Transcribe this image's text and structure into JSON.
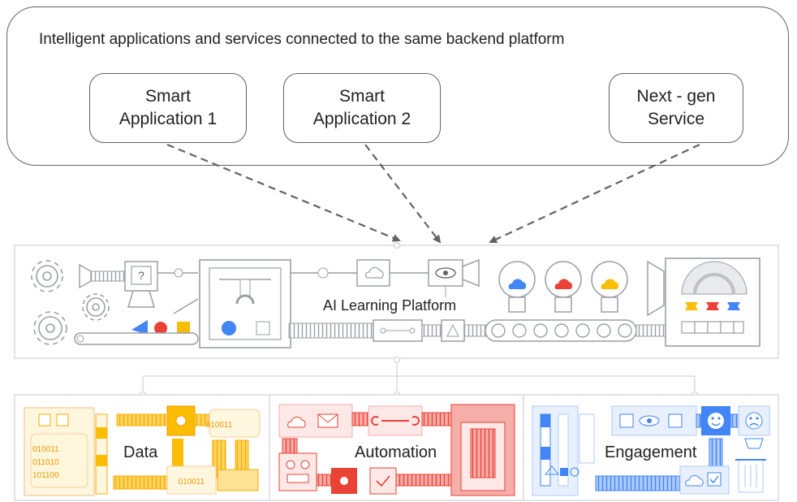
{
  "header": {
    "title": "Intelligent applications and services connected to the same backend platform"
  },
  "apps": [
    {
      "line1": "Smart",
      "line2": "Application 1"
    },
    {
      "line1": "Smart",
      "line2": "Application 2"
    },
    {
      "line1": "Next - gen",
      "line2": "Service"
    }
  ],
  "platform": {
    "label": "AI Learning Platform",
    "sign_text": "?",
    "binary_top": "010011",
    "binary_block": [
      "010011",
      "011010",
      "101100"
    ],
    "binary_bottom": "010011"
  },
  "panels": [
    {
      "label": "Data"
    },
    {
      "label": "Automation"
    },
    {
      "label": "Engagement"
    }
  ],
  "colors": {
    "outline": "#5f6368",
    "light_outline": "#dadce0",
    "blue": "#4285f4",
    "red": "#ea4335",
    "yellow": "#fbbc04",
    "data_bg": "#fef7e0",
    "automation_bg": "#fce8e6",
    "engagement_bg": "#e8f0fe"
  },
  "icons": [
    "gear-icon",
    "cloud-icon",
    "eye-icon",
    "lightbulb-icon",
    "robot-icon",
    "envelope-icon",
    "wrench-icon",
    "smiley-icon",
    "sad-face-icon",
    "trash-icon",
    "checkbox-icon"
  ]
}
